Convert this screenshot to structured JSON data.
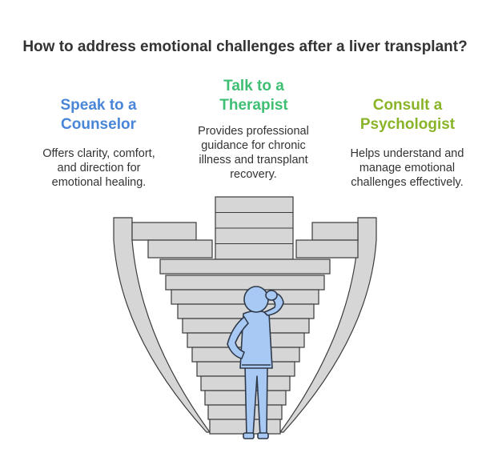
{
  "title": "How to address emotional challenges after a liver transplant?",
  "options": [
    {
      "heading_lines": [
        "Speak to a",
        "Counselor"
      ],
      "description_lines": [
        "Offers clarity, comfort,",
        "and direction for",
        "emotional healing."
      ],
      "color": "#4a86d8"
    },
    {
      "heading_lines": [
        "Talk to a",
        "Therapist"
      ],
      "description_lines": [
        "Provides professional",
        "guidance for chronic",
        "illness and transplant",
        "recovery."
      ],
      "color": "#3fbf73"
    },
    {
      "heading_lines": [
        "Consult a",
        "Psychologist"
      ],
      "description_lines": [
        "Helps understand and",
        "manage emotional",
        "challenges effectively."
      ],
      "color": "#8ab428"
    }
  ],
  "colors": {
    "stair_fill": "#d6d6d6",
    "stair_stroke": "#3a3a3a",
    "figure_fill": "#a9c9f5",
    "figure_stroke": "#2f3a4a"
  },
  "icons": [
    "thinking-person-icon"
  ]
}
